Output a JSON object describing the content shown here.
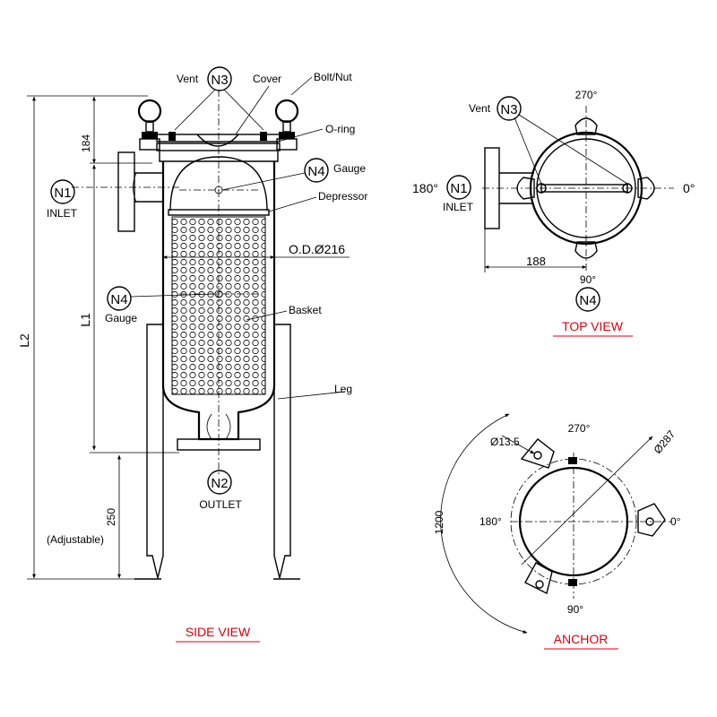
{
  "side_view": {
    "title": "SIDE VIEW",
    "vent_label": "Vent",
    "n3": "N3",
    "cover": "Cover",
    "bolt_nut": "Bolt/Nut",
    "o_ring": "O-ring",
    "n4_top": "N4",
    "gauge_top": "Gauge",
    "depressor": "Depressor",
    "n1": "N1",
    "inlet": "INLET",
    "od": "O.D.Ø216",
    "n4_mid": "N4",
    "gauge_mid": "Gauge",
    "basket": "Basket",
    "leg": "Leg",
    "n2": "N2",
    "outlet": "OUTLET",
    "adjustable": "(Adjustable)",
    "dim_184": "184",
    "dim_l1": "L1",
    "dim_l2": "L2",
    "dim_250": "250"
  },
  "top_view": {
    "title": "TOP VIEW",
    "vent_label": "Vent",
    "n3": "N3",
    "n1": "N1",
    "inlet": "INLET",
    "n4": "N4",
    "angle_270": "270°",
    "angle_180": "180°",
    "angle_0": "0°",
    "angle_90": "90°",
    "dim_188": "188"
  },
  "anchor": {
    "title": "ANCHOR",
    "dia_hole": "Ø13.5",
    "dia_pcd": "Ø287",
    "angle_270": "270°",
    "angle_180": "180°",
    "angle_0": "0°",
    "angle_90": "90°",
    "dim_1200": "1200"
  },
  "colors": {
    "line": "#000000",
    "title": "#d8000c"
  }
}
